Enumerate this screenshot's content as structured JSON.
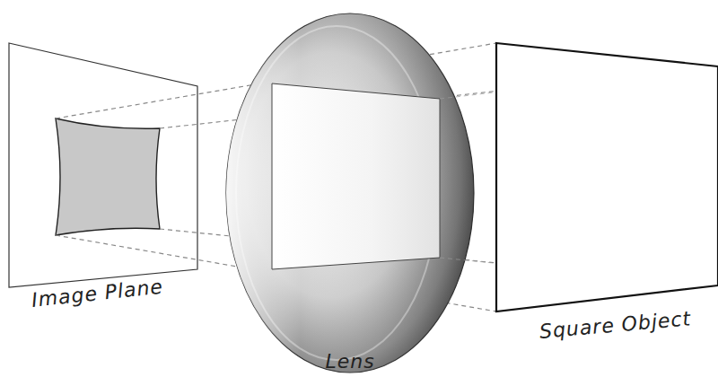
{
  "diagram": {
    "labels": [
      "Image Plane",
      "Lens",
      "Square Object"
    ]
  }
}
